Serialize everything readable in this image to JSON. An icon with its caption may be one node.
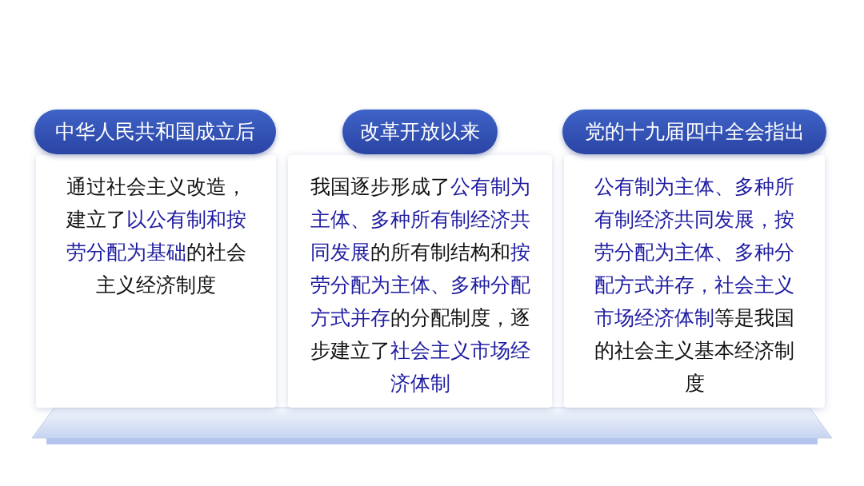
{
  "diagram": {
    "nodes": [
      {
        "text": [
          "中华人民共和国成立后"
        ]
      },
      {
        "text": [
          "通过社会主义改造，建立了**以公有制和按劳分配为基础**的社会主义经济制度"
        ]
      },
      {
        "text": [
          "改革开放以来"
        ]
      },
      {
        "text": [
          "我国逐步形成了**公有制为主体、多种所有制经济共同发展**的所有制结构和**按劳分配为主体、多种分配方式并存**的分配制度，逐步建立了**社会主义市场经济体制**"
        ]
      },
      {
        "text": [
          "党的十九届四中全会指出"
        ]
      },
      {
        "text": [
          "**公有制为主体、多种所有制经济共同发展，按劳分配为主体、多种分配方式并存，社会主义市场经济体制**等是我国的社会主义基本经济制度"
        ]
      }
    ]
  }
}
